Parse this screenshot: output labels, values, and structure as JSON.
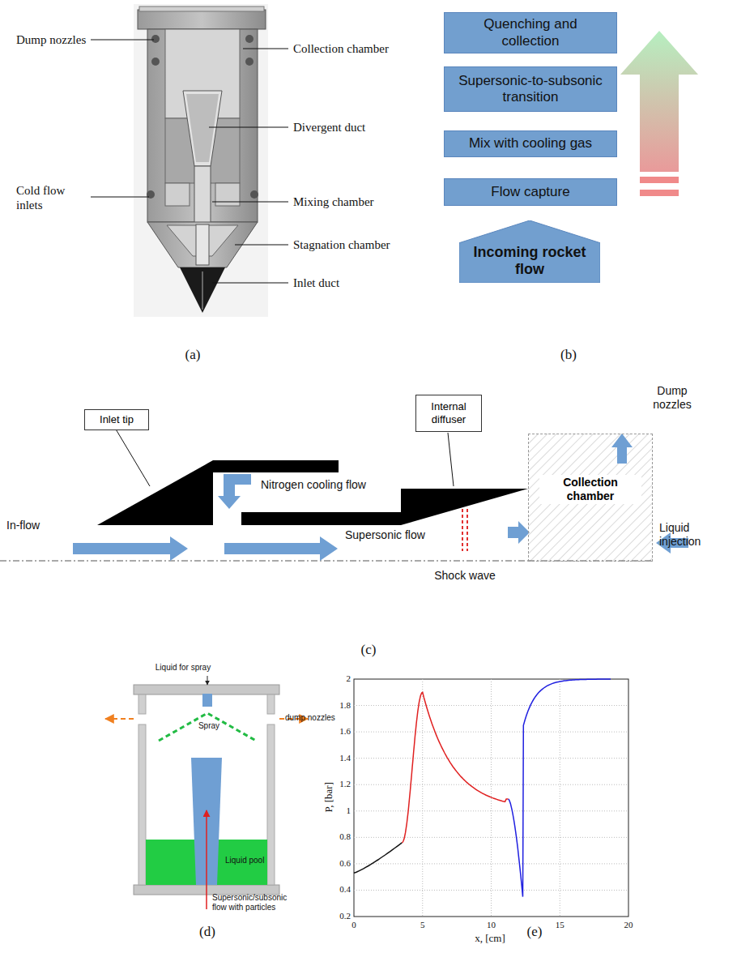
{
  "diagram": {
    "nodes": [
      {
        "text": [
          "Quenching and collection"
        ]
      },
      {
        "text": [
          "Supersonic-to-subsonic transition"
        ]
      },
      {
        "text": [
          "Mix with cooling gas"
        ]
      },
      {
        "text": [
          "Flow capture"
        ]
      },
      {
        "text": [
          "Incoming rocket flow"
        ]
      },
      {
        "text": [
          "Inlet tip"
        ]
      },
      {
        "text": [
          "Internal diffuser"
        ]
      },
      {
        "text": [
          "Collection chamber"
        ]
      }
    ],
    "labels": [
      "Dump nozzles",
      "Cold flow inlets",
      "Collection chamber",
      "Divergent duct",
      "Mixing chamber",
      "Stagnation chamber",
      "Inlet duct",
      "(a)",
      "(b)",
      "In-flow",
      "Nitrogen cooling flow",
      "Supersonic flow",
      "Shock wave",
      "Dump nozzles",
      "Liquid injection",
      "(c)",
      "Liquid for spray",
      "dump nozzles",
      "Spray",
      "Liquid pool",
      "Supersonic/subsonic flow with particles",
      "(d)",
      "P, [bar]",
      "x, [cm]",
      "0",
      "5",
      "10",
      "15",
      "20",
      "0.2",
      "0.4",
      "0.6",
      "0.8",
      "1",
      "1.2",
      "1.4",
      "1.6",
      "1.8",
      "2",
      "(e)"
    ]
  }
}
